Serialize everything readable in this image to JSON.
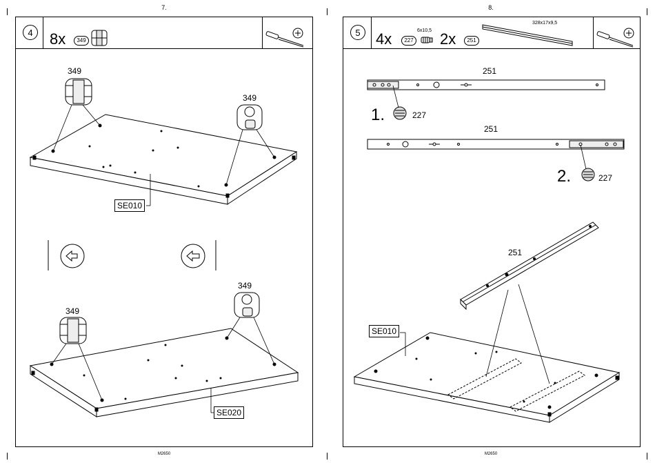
{
  "left_page": {
    "page_number": "7.",
    "footer": "M2650",
    "step_number": "4",
    "quantity": "8x",
    "part_ref": "349",
    "top_callout_a": "349",
    "top_callout_b": "349",
    "top_panel_label": "SE010",
    "bottom_callout_a": "349",
    "bottom_callout_b": "349",
    "bottom_panel_label": "SE020"
  },
  "right_page": {
    "page_number": "8.",
    "footer": "M2650",
    "step_number": "5",
    "quantity_a": "4x",
    "part_ref_a": "227",
    "screw_size": "6x10,5",
    "quantity_b": "2x",
    "part_ref_b": "251",
    "rail_dims": "328x17x9,5",
    "rail_label_1": "251",
    "step_1": "1.",
    "screw_label_1": "227",
    "rail_label_2": "251",
    "step_2": "2.",
    "screw_label_2": "227",
    "rail_label_3": "251",
    "panel_label": "SE010"
  },
  "icons": [
    "screwdriver-icon",
    "phillips-head-icon",
    "cam-lock-icon",
    "euro-screw-icon",
    "rotate-lock-icon"
  ]
}
